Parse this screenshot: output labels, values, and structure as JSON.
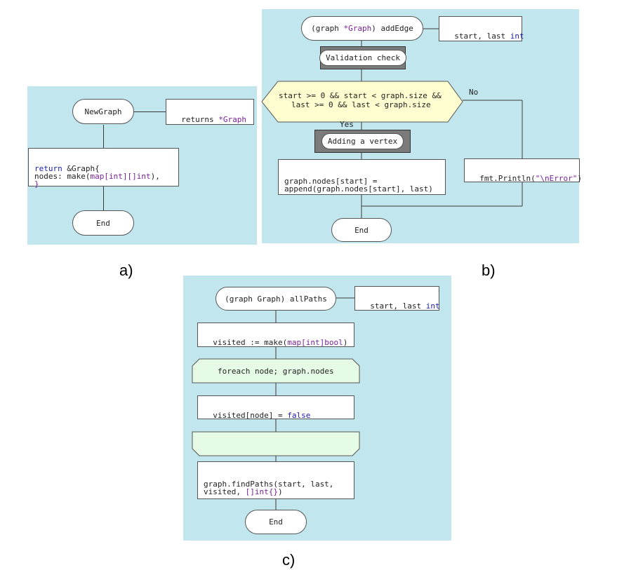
{
  "labels": {
    "a": "a)",
    "b": "b)",
    "c": "c)"
  },
  "panel_a": {
    "func": "NewGraph",
    "returns_pre": "returns ",
    "returns_type": "*Graph",
    "body_l1_kw": "return",
    "body_l1_rest": " &Graph{",
    "body_l2_pre": "nodes: make(",
    "body_l2_type": "map[int][]int",
    "body_l2_post": "),",
    "body_l3": "}",
    "end": "End"
  },
  "panel_b": {
    "func_pre": "(graph ",
    "func_type": "*Graph",
    "func_post": ") addEdge",
    "params_pre": "start, last ",
    "params_type": "int",
    "validation": "Validation check",
    "cond_l1": "start >= 0 && start < graph.size &&",
    "cond_l2": "last >= 0 && last < graph.size",
    "no": "No",
    "yes": "Yes",
    "adding": "Adding a vertex",
    "append_l1": "graph.nodes[start] =",
    "append_l2": "append(graph.nodes[start], last)",
    "print_pre": "fmt.Println(",
    "print_str": "\"\\nError\"",
    "print_post": ")",
    "end": "End"
  },
  "panel_c": {
    "func": "(graph Graph) allPaths",
    "params_pre": "start, last ",
    "params_type": "int",
    "visited_pre": "visited := make(",
    "visited_type": "map[int]bool",
    "visited_post": ")",
    "foreach": "foreach node; graph.nodes",
    "assign_pre": "visited[node] = ",
    "assign_val": "false",
    "find_l1": "graph.findPaths(start, last,",
    "find_l2_pre": "visited, ",
    "find_l2_type": "[]int{}",
    "find_l2_post": ")",
    "end": "End"
  },
  "colors": {
    "panel": "#c2e6ee",
    "decision": "#fefed0",
    "loop": "#e6fbe6",
    "keyword": "#7a1f9a",
    "type": "#2020b0"
  }
}
